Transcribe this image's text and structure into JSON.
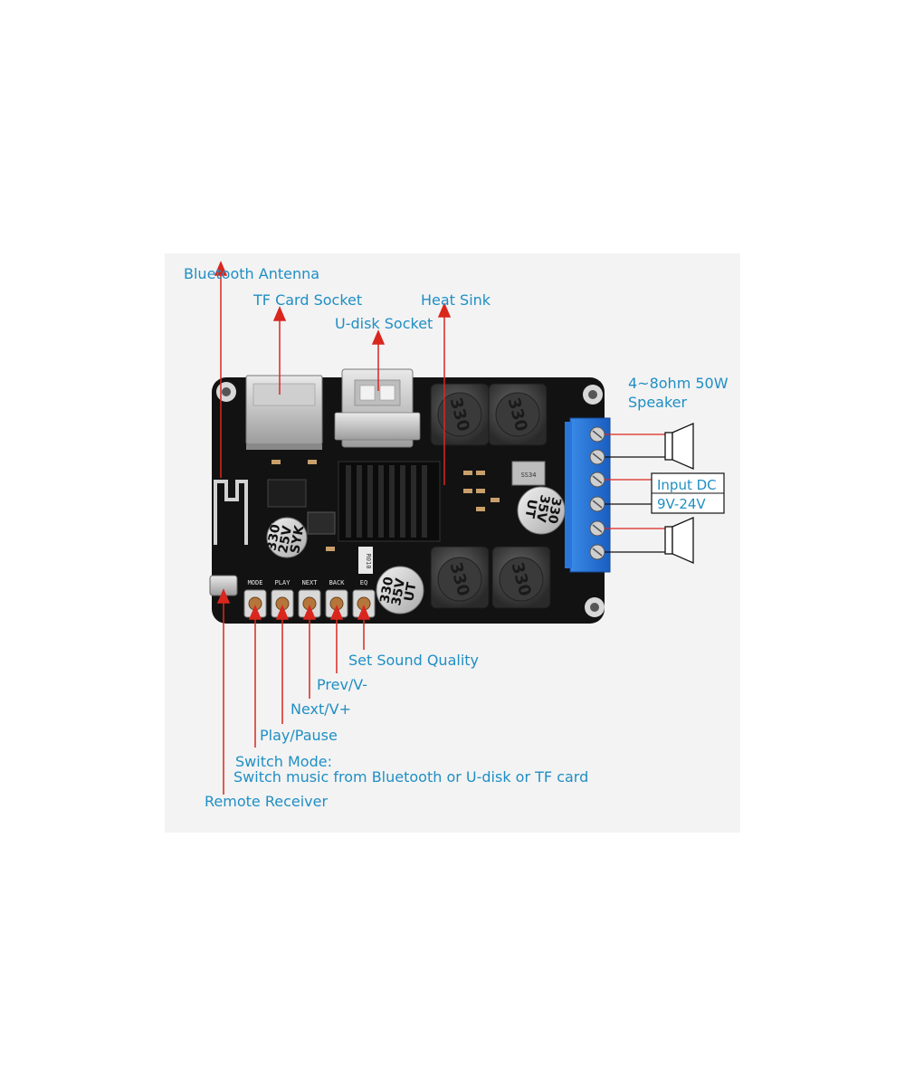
{
  "labels": {
    "bluetooth_antenna": "Bluetooth Antenna",
    "tf_card_socket": "TF Card Socket",
    "u_disk_socket": "U-disk Socket",
    "heat_sink": "Heat Sink",
    "speaker_line1": "4~8ohm 50W",
    "speaker_line2": "Speaker",
    "input_dc_line1": "Input DC",
    "input_dc_line2": "9V-24V",
    "set_sound_quality": "Set Sound Quality",
    "prev": "Prev/V-",
    "next": "Next/V+",
    "play_pause": "Play/Pause",
    "switch_mode_line1": "Switch Mode:",
    "switch_mode_line2": "Switch music from Bluetooth or U-disk or TF card",
    "remote_receiver": "Remote Receiver"
  },
  "board_silkscreen": {
    "mode": "MODE",
    "play": "PLAY",
    "next": "NEXT",
    "back": "BACK",
    "eq": "EQ",
    "resistor": "R010",
    "smd_chip": "SS34"
  },
  "inductors": [
    "330",
    "330",
    "330",
    "330"
  ],
  "capacitors": {
    "left": [
      "330",
      "25V",
      "SYK"
    ],
    "middle": [
      "330",
      "35V",
      "UT"
    ],
    "right": [
      "330",
      "35V",
      "UT"
    ]
  },
  "colors": {
    "label_text": "#1f8fc4",
    "leader_line": "#d9271e",
    "pcb": "#111111",
    "terminal": "#1f6fd1",
    "background_panel": "#f3f3f3"
  }
}
